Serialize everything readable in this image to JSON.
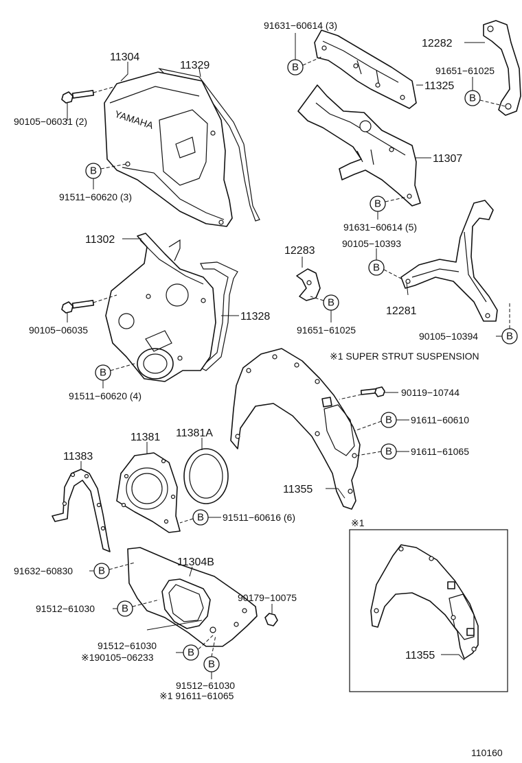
{
  "labels": {
    "p90105_06031": "90105−06031 (2)",
    "p11304": "11304",
    "p11329": "11329",
    "p91511_60620_3": "91511−60620 (3)",
    "p91631_60614_3": "91631−60614 (3)",
    "p12282": "12282",
    "p91651_61025_a": "91651−61025",
    "p11325": "11325",
    "p11307": "11307",
    "p91631_60614_5": "91631−60614 (5)",
    "p11302": "11302",
    "p12283": "12283",
    "p90105_10393": "90105−10393",
    "p90105_06035": "90105−06035",
    "p11328": "11328",
    "p12281": "12281",
    "p91651_61025_b": "91651−61025",
    "p90105_10394": "90105−10394",
    "super_strut": "※1 SUPER STRUT SUSPENSION",
    "p91511_60620_4": "91511−60620 (4)",
    "p90119_10744": "90119−10744",
    "p91611_60610": "91611−60610",
    "p91611_61065_a": "91611−61065",
    "p11381": "11381",
    "p11381A": "11381A",
    "p11383": "11383",
    "p11355_a": "11355",
    "p91511_60616": "91511−60616 (6)",
    "inset_mark": "※1",
    "p91632_60830": "91632−60830",
    "p11304B": "11304B",
    "p90179_10075": "90179−10075",
    "p91512_61030_a": "91512−61030",
    "p91512_61030_b": "91512−61030",
    "p90105_06233": "※190105−06233",
    "p91512_61030_c": "91512−61030",
    "p91611_61065_b": "※1 91611−61065",
    "p11355_b": "11355",
    "diagram_no": "110160"
  },
  "bolt_circle_letter": "B",
  "cover_logo": "YAMAHA"
}
